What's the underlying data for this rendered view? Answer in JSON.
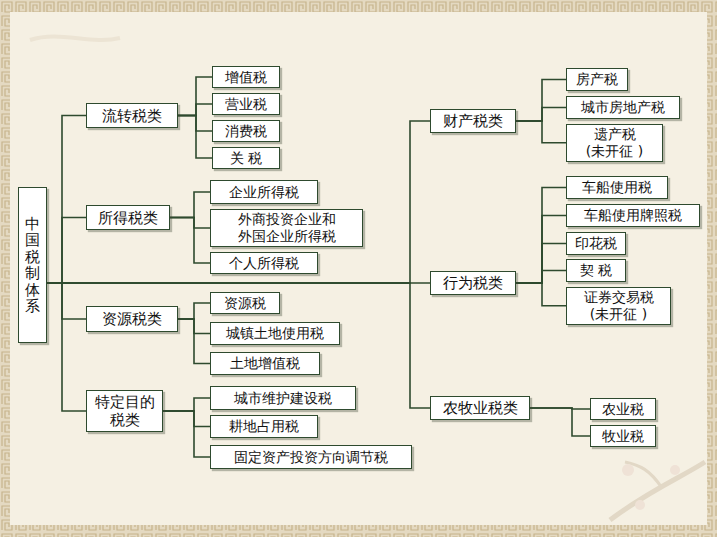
{
  "diagram": {
    "nodes": [
      {
        "text": [
          "中国税制体系"
        ]
      },
      {
        "text": [
          "流转税类"
        ]
      },
      {
        "text": [
          "增值税"
        ]
      },
      {
        "text": [
          "营业税"
        ]
      },
      {
        "text": [
          "消费税"
        ]
      },
      {
        "text": [
          "关 税"
        ]
      },
      {
        "text": [
          "所得税类"
        ]
      },
      {
        "text": [
          "企业所得税"
        ]
      },
      {
        "text": [
          "外商投资企业和 外国企业所得税"
        ]
      },
      {
        "text": [
          "个人所得税"
        ]
      },
      {
        "text": [
          "资源税类"
        ]
      },
      {
        "text": [
          "资源税"
        ]
      },
      {
        "text": [
          "城镇土地使用税"
        ]
      },
      {
        "text": [
          "土地增值税"
        ]
      },
      {
        "text": [
          "特定目的 税类"
        ]
      },
      {
        "text": [
          "城市维护建设税"
        ]
      },
      {
        "text": [
          "耕地占用税"
        ]
      },
      {
        "text": [
          "固定资产投资方向调节税"
        ]
      },
      {
        "text": [
          "财产税类"
        ]
      },
      {
        "text": [
          "房产税"
        ]
      },
      {
        "text": [
          "城市房地产税"
        ]
      },
      {
        "text": [
          "遗产税 (未开征 )"
        ]
      },
      {
        "text": [
          "行为税类"
        ]
      },
      {
        "text": [
          "车船使用税"
        ]
      },
      {
        "text": [
          "车船使用牌照税"
        ]
      },
      {
        "text": [
          "印花税"
        ]
      },
      {
        "text": [
          "契 税"
        ]
      },
      {
        "text": [
          "证券交易税 (未开征 )"
        ]
      },
      {
        "text": [
          "农牧业税类"
        ]
      },
      {
        "text": [
          "农业税"
        ]
      },
      {
        "text": [
          "牧业税"
        ]
      }
    ],
    "edges": [
      {
        "from": 0,
        "to": 1,
        "arrow": "none"
      },
      {
        "from": 0,
        "to": 6,
        "arrow": "none"
      },
      {
        "from": 0,
        "to": 10,
        "arrow": "none"
      },
      {
        "from": 0,
        "to": 14,
        "arrow": "none"
      },
      {
        "from": 0,
        "to": 18,
        "arrow": "none"
      },
      {
        "from": 0,
        "to": 22,
        "arrow": "none"
      },
      {
        "from": 0,
        "to": 28,
        "arrow": "none"
      },
      {
        "from": 1,
        "to": 2,
        "arrow": "none"
      },
      {
        "from": 1,
        "to": 3,
        "arrow": "none"
      },
      {
        "from": 1,
        "to": 4,
        "arrow": "none"
      },
      {
        "from": 1,
        "to": 5,
        "arrow": "none"
      },
      {
        "from": 6,
        "to": 7,
        "arrow": "none"
      },
      {
        "from": 6,
        "to": 8,
        "arrow": "none"
      },
      {
        "from": 6,
        "to": 9,
        "arrow": "none"
      },
      {
        "from": 10,
        "to": 11,
        "arrow": "none"
      },
      {
        "from": 10,
        "to": 12,
        "arrow": "none"
      },
      {
        "from": 10,
        "to": 13,
        "arrow": "none"
      },
      {
        "from": 14,
        "to": 15,
        "arrow": "none"
      },
      {
        "from": 14,
        "to": 16,
        "arrow": "none"
      },
      {
        "from": 14,
        "to": 17,
        "arrow": "none"
      },
      {
        "from": 18,
        "to": 19,
        "arrow": "none"
      },
      {
        "from": 18,
        "to": 20,
        "arrow": "none"
      },
      {
        "from": 18,
        "to": 21,
        "arrow": "none"
      },
      {
        "from": 22,
        "to": 23,
        "arrow": "none"
      },
      {
        "from": 22,
        "to": 24,
        "arrow": "none"
      },
      {
        "from": 22,
        "to": 25,
        "arrow": "none"
      },
      {
        "from": 22,
        "to": 26,
        "arrow": "none"
      },
      {
        "from": 22,
        "to": 27,
        "arrow": "none"
      },
      {
        "from": 28,
        "to": 29,
        "arrow": "none"
      },
      {
        "from": 28,
        "to": 30,
        "arrow": "none"
      }
    ]
  }
}
